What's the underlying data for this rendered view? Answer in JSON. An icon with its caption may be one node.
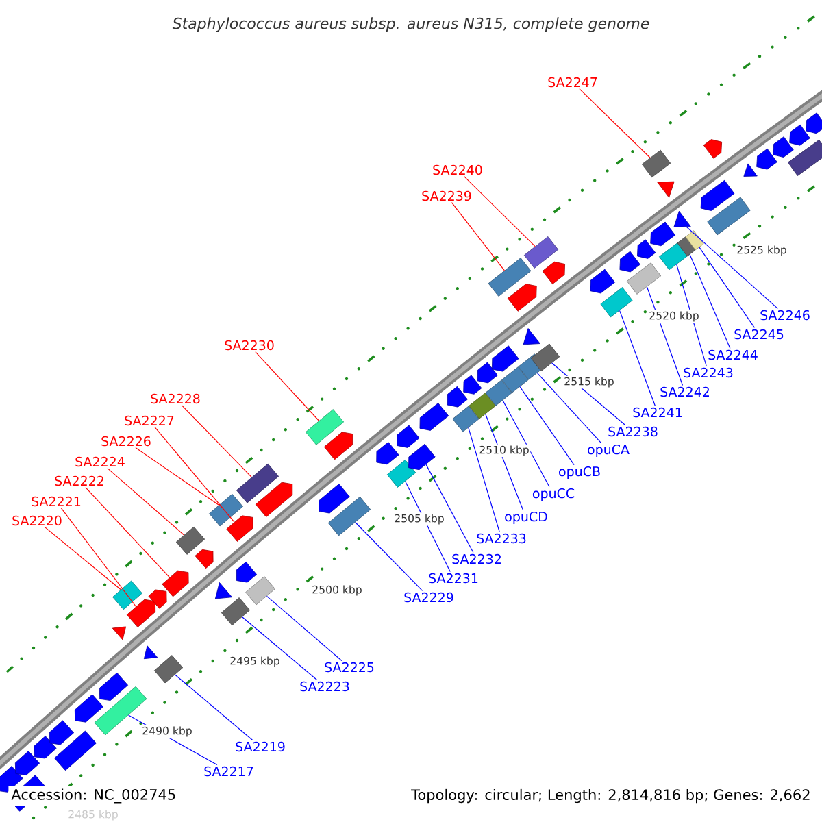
{
  "diagram": {
    "title": "Staphylococcus aureus subsp. aureus N315, complete genome",
    "nodes": [
      {
        "text": [
          "SA2220"
        ]
      },
      {
        "text": [],
        "shape": "box"
      },
      {
        "text": [
          "SA2221"
        ]
      },
      {
        "text": [],
        "shape": "arrow"
      },
      {
        "text": [
          "SA2222"
        ]
      },
      {
        "text": [],
        "shape": "arrow"
      },
      {
        "text": [
          "SA2224"
        ]
      },
      {
        "text": [],
        "shape": "box"
      },
      {
        "text": [
          "SA2226"
        ]
      },
      {
        "text": [],
        "shape": "box"
      },
      {
        "text": [
          "SA2227"
        ]
      },
      {
        "text": [],
        "shape": "arrow"
      },
      {
        "text": [
          "SA2228"
        ]
      },
      {
        "text": [],
        "shape": "box"
      },
      {
        "text": [
          "SA2230"
        ]
      },
      {
        "text": [],
        "shape": "box"
      },
      {
        "text": [
          "SA2239"
        ]
      },
      {
        "text": [],
        "shape": "box"
      },
      {
        "text": [
          "SA2240"
        ]
      },
      {
        "text": [],
        "shape": "box"
      },
      {
        "text": [
          "SA2247"
        ]
      },
      {
        "text": [],
        "shape": "box"
      },
      {
        "text": [
          "SA2217"
        ]
      },
      {
        "text": [],
        "shape": "box"
      },
      {
        "text": [
          "SA2219"
        ]
      },
      {
        "text": [],
        "shape": "box"
      },
      {
        "text": [
          "SA2223"
        ]
      },
      {
        "text": [],
        "shape": "box"
      },
      {
        "text": [
          "SA2225"
        ]
      },
      {
        "text": [],
        "shape": "box"
      },
      {
        "text": [
          "SA2229"
        ]
      },
      {
        "text": [],
        "shape": "box"
      },
      {
        "text": [
          "SA2231"
        ]
      },
      {
        "text": [],
        "shape": "box"
      },
      {
        "text": [
          "SA2232"
        ]
      },
      {
        "text": [],
        "shape": "arrow"
      },
      {
        "text": [
          "SA2233"
        ]
      },
      {
        "text": [],
        "shape": "box"
      },
      {
        "text": [
          "opuCD"
        ]
      },
      {
        "text": [],
        "shape": "box"
      },
      {
        "text": [
          "opuCC"
        ]
      },
      {
        "text": [],
        "shape": "box"
      },
      {
        "text": [
          "opuCB"
        ]
      },
      {
        "text": [],
        "shape": "box"
      },
      {
        "text": [
          "opuCA"
        ]
      },
      {
        "text": [],
        "shape": "box"
      },
      {
        "text": [
          "SA2238"
        ]
      },
      {
        "text": [],
        "shape": "box"
      },
      {
        "text": [
          "SA2241"
        ]
      },
      {
        "text": [],
        "shape": "box"
      },
      {
        "text": [
          "SA2242"
        ]
      },
      {
        "text": [],
        "shape": "box"
      },
      {
        "text": [
          "SA2243"
        ]
      },
      {
        "text": [],
        "shape": "box"
      },
      {
        "text": [
          "SA2244"
        ]
      },
      {
        "text": [],
        "shape": "box"
      },
      {
        "text": [
          "SA2245"
        ]
      },
      {
        "text": [],
        "shape": "box"
      },
      {
        "text": [
          "SA2246"
        ]
      },
      {
        "text": [],
        "shape": "triangle"
      },
      {
        "text": [],
        "shape": "arrow"
      },
      {
        "text": [],
        "shape": "arrow"
      },
      {
        "text": [],
        "shape": "box"
      },
      {
        "text": [],
        "shape": "arrow"
      },
      {
        "text": [],
        "shape": "arrow"
      },
      {
        "text": [],
        "shape": "box"
      },
      {
        "text": [],
        "shape": "arrow"
      },
      {
        "text": [],
        "shape": "arrow"
      },
      {
        "text": [],
        "shape": "triangle"
      },
      {
        "text": [],
        "shape": "triangle"
      },
      {
        "text": [],
        "shape": "arrow"
      },
      {
        "text": [],
        "shape": "arrow"
      },
      {
        "text": [],
        "shape": "triangle"
      },
      {
        "text": [],
        "shape": "arrow"
      },
      {
        "text": [],
        "shape": "arrow"
      },
      {
        "text": [],
        "shape": "arrow"
      },
      {
        "text": [],
        "shape": "arrow"
      },
      {
        "text": [],
        "shape": "arrow"
      },
      {
        "text": [],
        "shape": "arrow"
      },
      {
        "text": [],
        "shape": "arrow"
      },
      {
        "text": [],
        "shape": "arrow"
      },
      {
        "text": [],
        "shape": "arrow"
      },
      {
        "text": [],
        "shape": "arrow"
      },
      {
        "text": [],
        "shape": "arrow"
      },
      {
        "text": [],
        "shape": "arrow"
      },
      {
        "text": [],
        "shape": "triangle"
      },
      {
        "text": [],
        "shape": "arrow"
      },
      {
        "text": [],
        "shape": "arrow"
      },
      {
        "text": [],
        "shape": "arrow"
      },
      {
        "text": [],
        "shape": "arrow"
      },
      {
        "text": [],
        "shape": "arrow"
      },
      {
        "text": [],
        "shape": "triangle"
      },
      {
        "text": [],
        "shape": "arrow"
      },
      {
        "text": [],
        "shape": "arrow"
      },
      {
        "text": [],
        "shape": "box"
      },
      {
        "text": [],
        "shape": "triangle"
      },
      {
        "text": [],
        "shape": "arrow"
      },
      {
        "text": [],
        "shape": "arrow"
      },
      {
        "text": [],
        "shape": "arrow"
      },
      {
        "text": [],
        "shape": "box"
      },
      {
        "text": [],
        "shape": "arrow"
      }
    ],
    "edges": [
      {
        "from": 0,
        "to": 1,
        "arrow": "none",
        "color": "#ff0000"
      },
      {
        "from": 2,
        "to": 3,
        "arrow": "none",
        "color": "#ff0000"
      },
      {
        "from": 4,
        "to": 5,
        "arrow": "none",
        "color": "#ff0000"
      },
      {
        "from": 6,
        "to": 7,
        "arrow": "none",
        "color": "#ff0000"
      },
      {
        "from": 8,
        "to": 9,
        "arrow": "none",
        "color": "#ff0000"
      },
      {
        "from": 10,
        "to": 11,
        "arrow": "none",
        "color": "#ff0000"
      },
      {
        "from": 12,
        "to": 13,
        "arrow": "none",
        "color": "#ff0000"
      },
      {
        "from": 14,
        "to": 15,
        "arrow": "none",
        "color": "#ff0000"
      },
      {
        "from": 16,
        "to": 17,
        "arrow": "none",
        "color": "#ff0000"
      },
      {
        "from": 18,
        "to": 19,
        "arrow": "none",
        "color": "#ff0000"
      },
      {
        "from": 20,
        "to": 21,
        "arrow": "none",
        "color": "#ff0000"
      },
      {
        "from": 22,
        "to": 23,
        "arrow": "none"
      },
      {
        "from": 24,
        "to": 25,
        "arrow": "none"
      },
      {
        "from": 26,
        "to": 27,
        "arrow": "none"
      },
      {
        "from": 28,
        "to": 29,
        "arrow": "none"
      },
      {
        "from": 30,
        "to": 31,
        "arrow": "none"
      },
      {
        "from": 32,
        "to": 33,
        "arrow": "none"
      },
      {
        "from": 34,
        "to": 35,
        "arrow": "none"
      },
      {
        "from": 36,
        "to": 37,
        "arrow": "none"
      },
      {
        "from": 38,
        "to": 39,
        "arrow": "none"
      },
      {
        "from": 40,
        "to": 41,
        "arrow": "none"
      },
      {
        "from": 42,
        "to": 43,
        "arrow": "none"
      },
      {
        "from": 44,
        "to": 45,
        "arrow": "none"
      },
      {
        "from": 46,
        "to": 47,
        "arrow": "none"
      },
      {
        "from": 48,
        "to": 49,
        "arrow": "none"
      },
      {
        "from": 50,
        "to": 51,
        "arrow": "none"
      },
      {
        "from": 52,
        "to": 53,
        "arrow": "none"
      },
      {
        "from": 54,
        "to": 55,
        "arrow": "none"
      },
      {
        "from": 56,
        "to": 57,
        "arrow": "none"
      },
      {
        "from": 58,
        "to": 59,
        "arrow": "none"
      }
    ],
    "labels": [
      "2485 kbp",
      "2490 kbp",
      "2495 kbp",
      "2500 kbp",
      "2505 kbp",
      "2510 kbp",
      "2515 kbp",
      "2520 kbp",
      "2525 kbp",
      "Accession: NC_002745",
      "Topology: circular; Length: 2,814,816 bp; Genes: 2,662"
    ]
  }
}
